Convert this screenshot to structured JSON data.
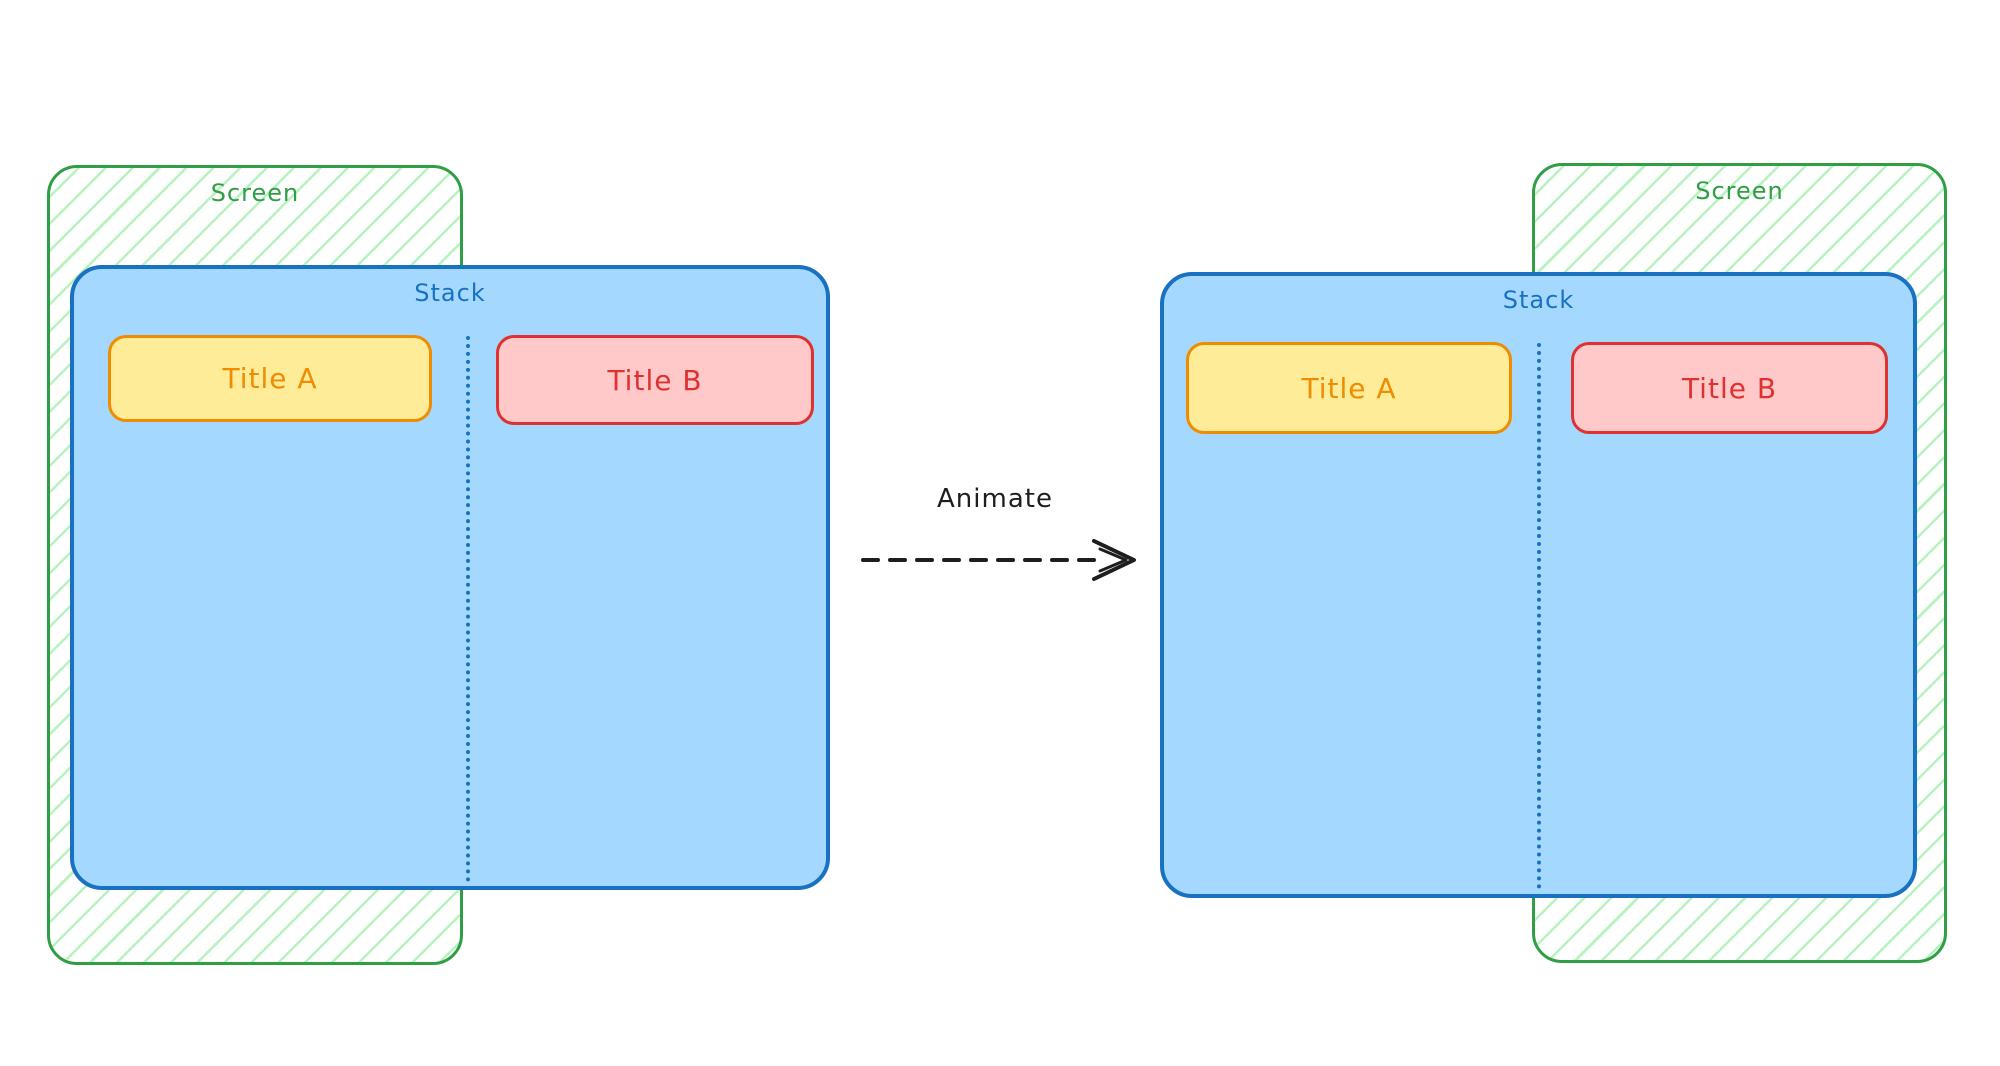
{
  "diagram": {
    "arrow": {
      "label": "Animate"
    },
    "groups": [
      {
        "name": "before",
        "screen_label": "Screen",
        "stack_label": "Stack",
        "cards": [
          {
            "label": "Title A"
          },
          {
            "label": "Title B"
          }
        ]
      },
      {
        "name": "after",
        "screen_label": "Screen",
        "stack_label": "Stack",
        "cards": [
          {
            "label": "Title A"
          },
          {
            "label": "Title B"
          }
        ]
      }
    ],
    "colors": {
      "screen_stroke": "#2f9e44",
      "screen_hatch": "#b2f2bb",
      "stack_stroke": "#1971c2",
      "stack_fill": "#a5d8ff",
      "card_a_stroke": "#f08c00",
      "card_a_fill": "#ffec99",
      "card_b_stroke": "#e03131",
      "card_b_fill": "#ffc9c9",
      "arrow_color": "#1e1e1e"
    }
  }
}
